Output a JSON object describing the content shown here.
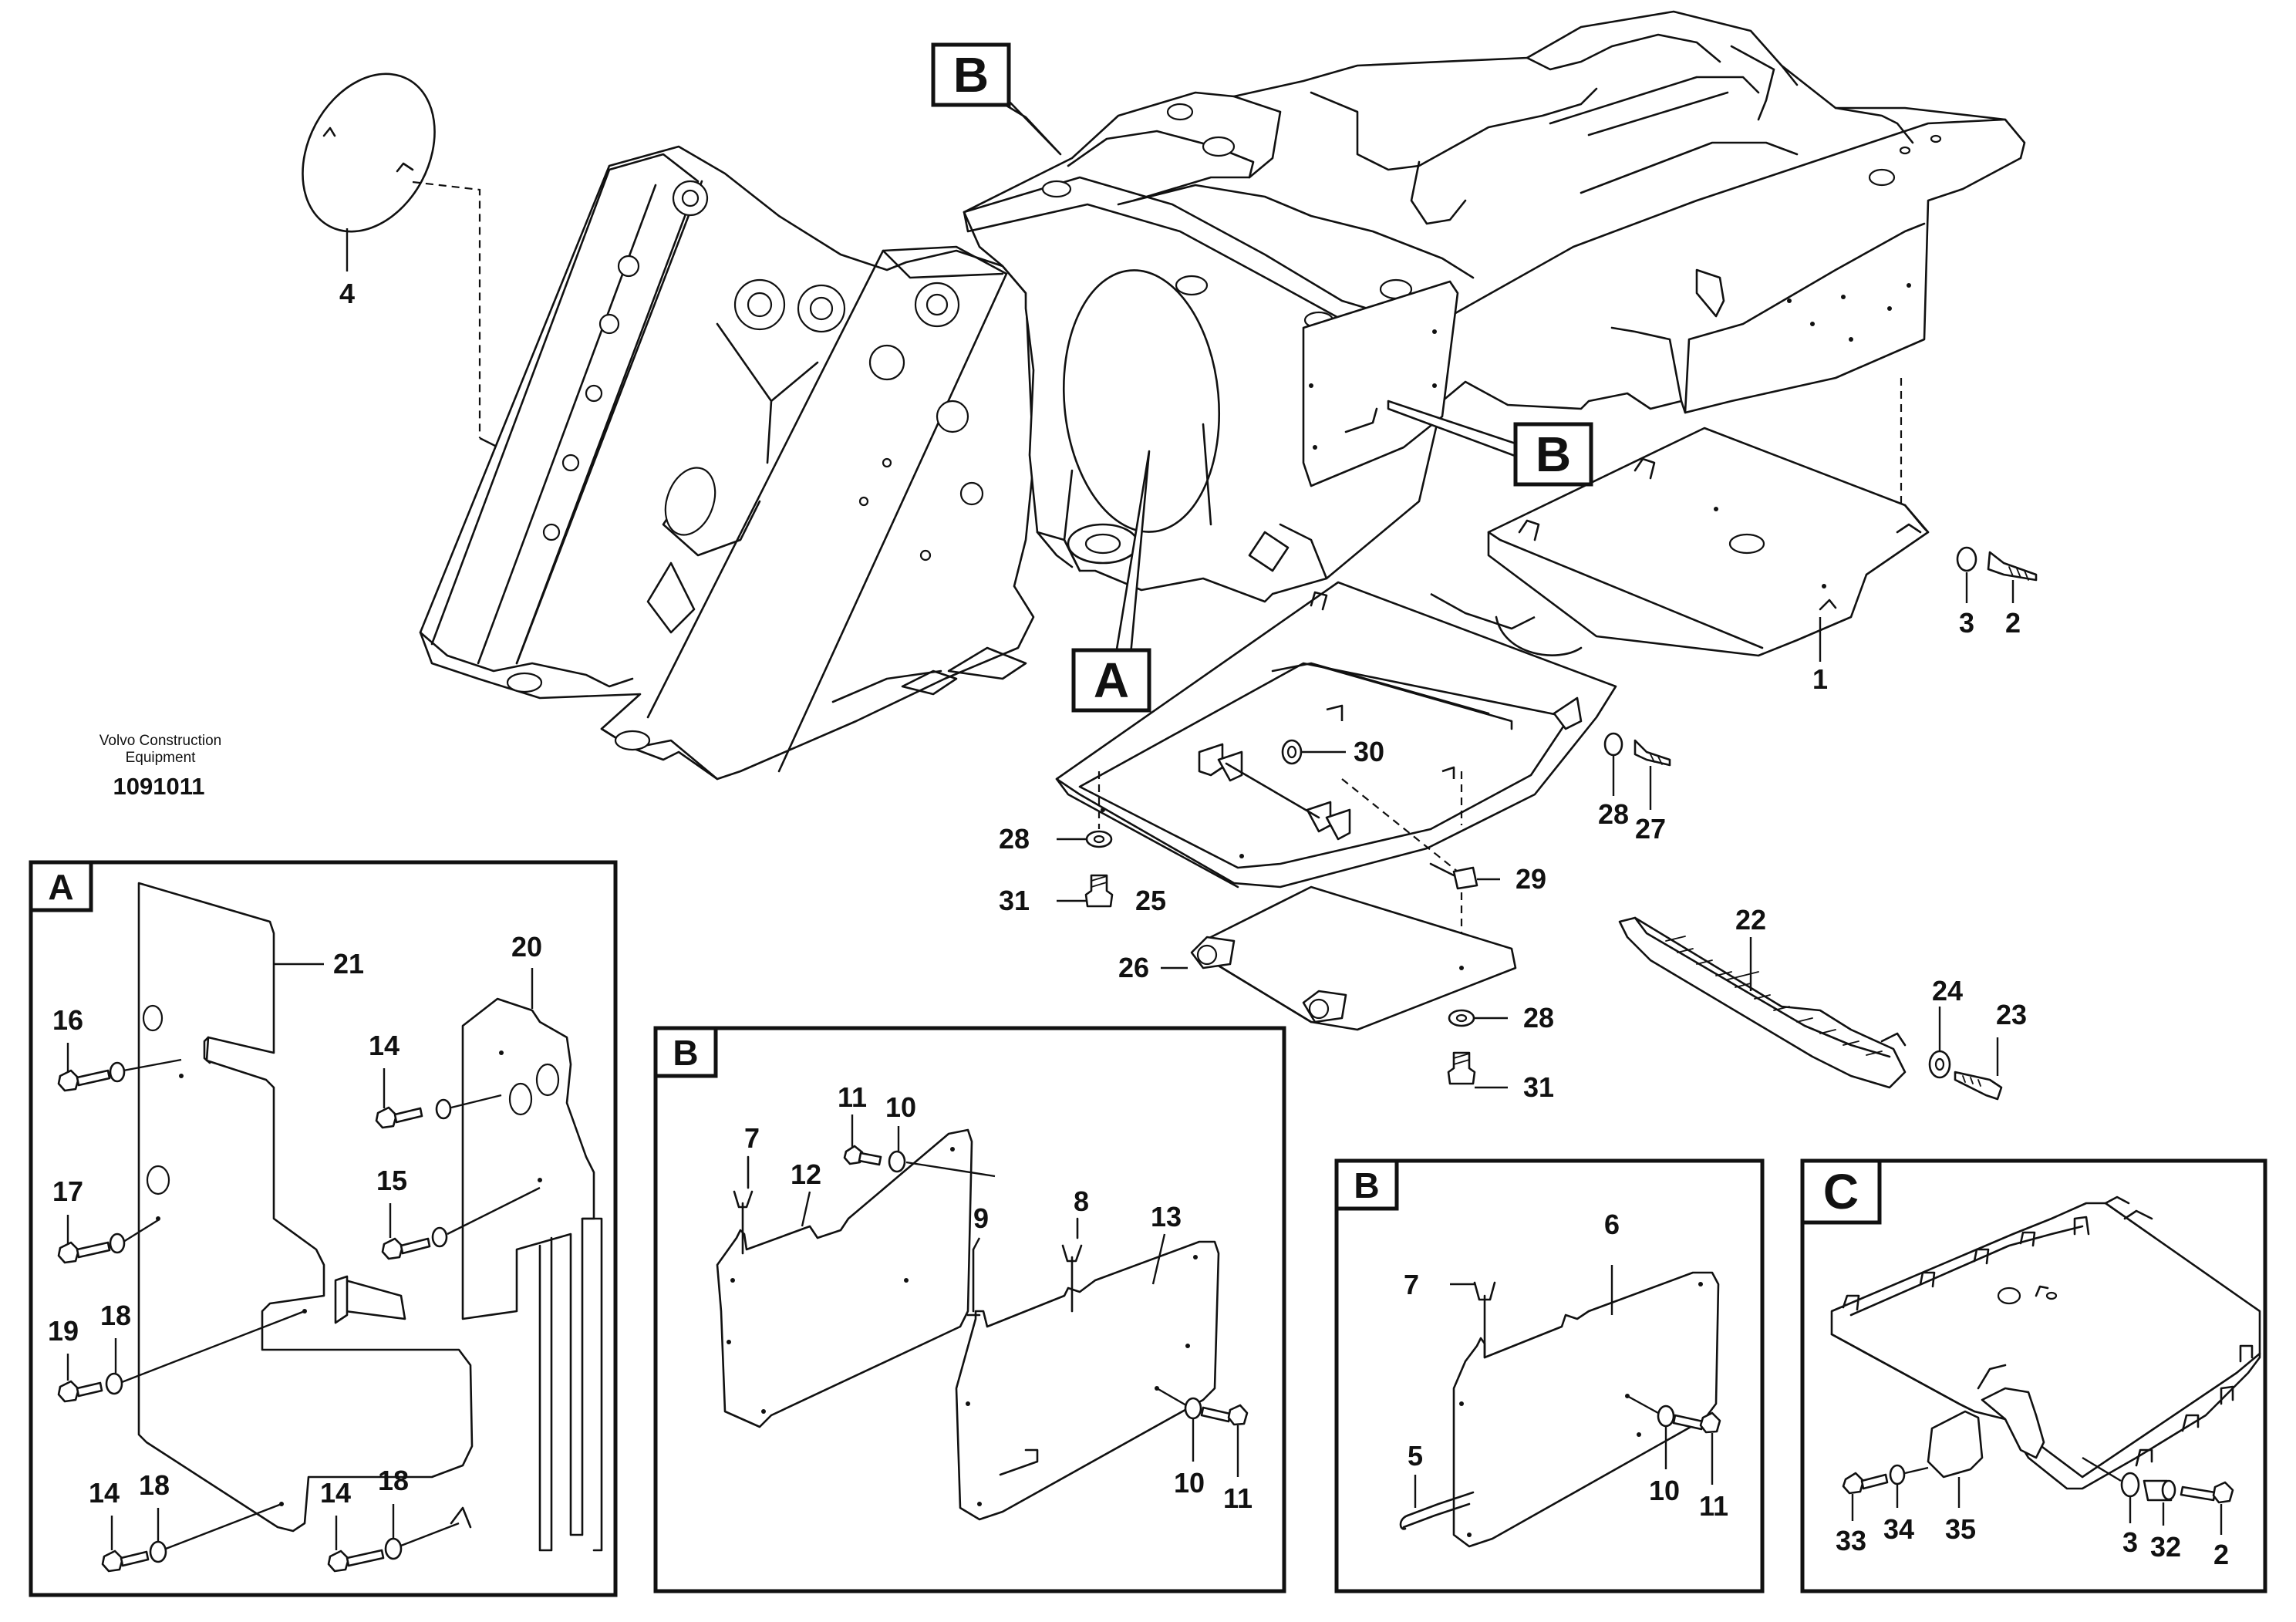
{
  "publisher": {
    "line1": "Volvo Construction",
    "line2": "Equipment",
    "doc_number": "1091011"
  },
  "view_tags": {
    "main_b_top": "B",
    "main_b_right": "B",
    "main_a": "A",
    "panel_a": "A",
    "panel_b1": "B",
    "panel_b2": "B",
    "panel_c": "C"
  },
  "callouts": {
    "main": [
      "4",
      "1",
      "2",
      "3",
      "30",
      "28",
      "27",
      "28",
      "25",
      "29",
      "31",
      "26",
      "28",
      "31",
      "22",
      "24",
      "23"
    ],
    "panel_a": [
      "21",
      "20",
      "16",
      "14",
      "17",
      "15",
      "19",
      "18",
      "14",
      "18",
      "14",
      "18"
    ],
    "panel_b1": [
      "11",
      "10",
      "7",
      "12",
      "8",
      "13",
      "9",
      "10",
      "11"
    ],
    "panel_b2": [
      "6",
      "7",
      "5",
      "10",
      "11"
    ],
    "panel_c": [
      "33",
      "34",
      "35",
      "3",
      "32",
      "2"
    ]
  }
}
